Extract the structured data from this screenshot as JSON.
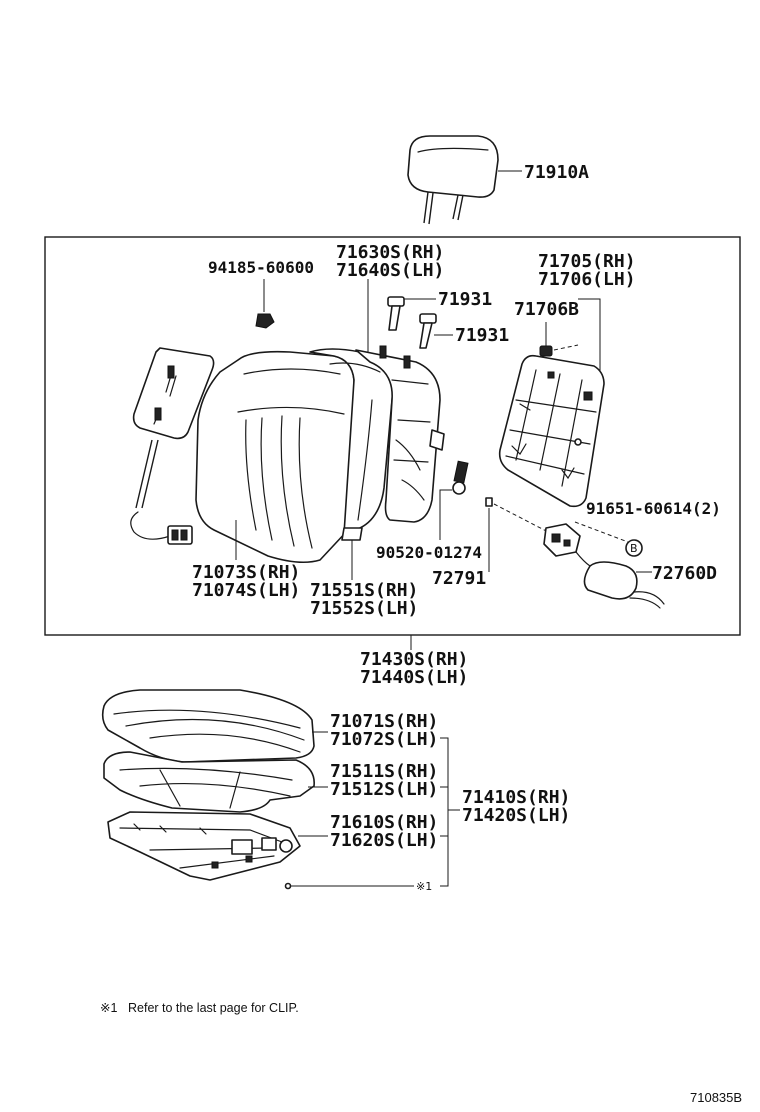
{
  "parts": {
    "headrest": "71910A",
    "cover_rh": "71630S(RH)",
    "cover_lh": "71640S(LH)",
    "nut": "94185-60600",
    "guide_a": "71931",
    "guide_b": "71931",
    "board_rh": "71705(RH)",
    "board_lh": "71706(LH)",
    "board_b": "71706B",
    "screw": "91651-60614(2)",
    "bolt": "90520-01274",
    "clip": "72791",
    "lumbar": "72760D",
    "back_cover_rh": "71073S(RH)",
    "back_cover_lh": "71074S(LH)",
    "back_pad_rh": "71551S(RH)",
    "back_pad_lh": "71552S(LH)",
    "back_assy_rh": "71430S(RH)",
    "back_assy_lh": "71440S(LH)",
    "cush_cover_rh": "71071S(RH)",
    "cush_cover_lh": "71072S(LH)",
    "cush_pad_rh": "71511S(RH)",
    "cush_pad_lh": "71512S(LH)",
    "cush_frame_rh": "71610S(RH)",
    "cush_frame_lh": "71620S(LH)",
    "cush_assy_rh": "71410S(RH)",
    "cush_assy_lh": "71420S(LH)",
    "clip_mark": "※1",
    "circle_b": "B"
  },
  "footnote": {
    "mark": "※1",
    "text": "Refer to the last page for CLIP."
  },
  "drawing_code": "710835B"
}
